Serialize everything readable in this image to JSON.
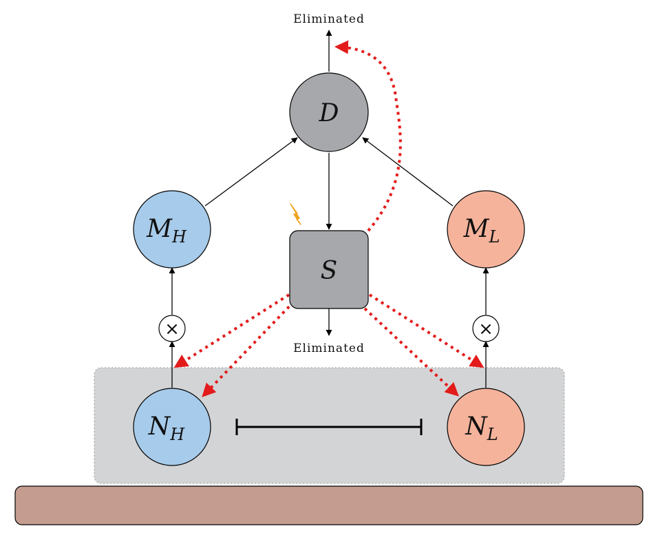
{
  "nodes": {
    "D": {
      "label": "D",
      "subscript": ""
    },
    "S": {
      "label": "S",
      "subscript": ""
    },
    "MH": {
      "label": "M",
      "subscript": "H"
    },
    "ML": {
      "label": "M",
      "subscript": "L"
    },
    "NH": {
      "label": "N",
      "subscript": "H"
    },
    "NL": {
      "label": "N",
      "subscript": "L"
    }
  },
  "labels": {
    "eliminated_top": "Eliminated",
    "eliminated_bottom": "Eliminated",
    "combine_symbol": "×"
  },
  "colors": {
    "gray_node": "#a7a8ac",
    "blue_node": "#a7cbea",
    "salmon_node": "#f5b39c",
    "niche_region": "#d3d4d6",
    "ground": "#c49d90",
    "red_dotted": "#e31b1b",
    "lightning": "#f0a21c"
  },
  "icons": {
    "perturbation": "lightning-icon"
  }
}
